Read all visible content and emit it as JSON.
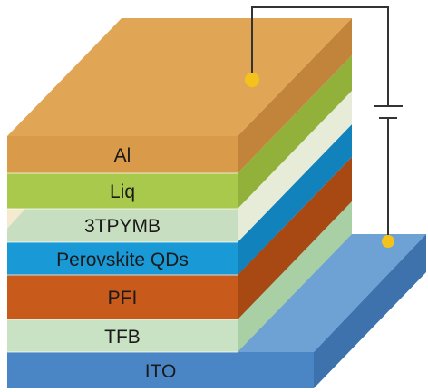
{
  "layers": {
    "al": {
      "label": "Al",
      "color": "#d99a4a"
    },
    "liq": {
      "label": "Liq",
      "color": "#a9c94c"
    },
    "tpymb": {
      "label": "3TPYMB",
      "color": "#c7dfc0"
    },
    "perovskite": {
      "label": "Perovskite QDs",
      "color": "#199ad6"
    },
    "pfi": {
      "label": "PFI",
      "color": "#c85a1c"
    },
    "tfb": {
      "label": "TFB",
      "color": "#c9e2c4"
    },
    "ito": {
      "label": "ITO",
      "color": "#4a86c6"
    }
  },
  "circuit": {
    "wire_color": "#333333",
    "contact_color": "#f4c21b"
  }
}
